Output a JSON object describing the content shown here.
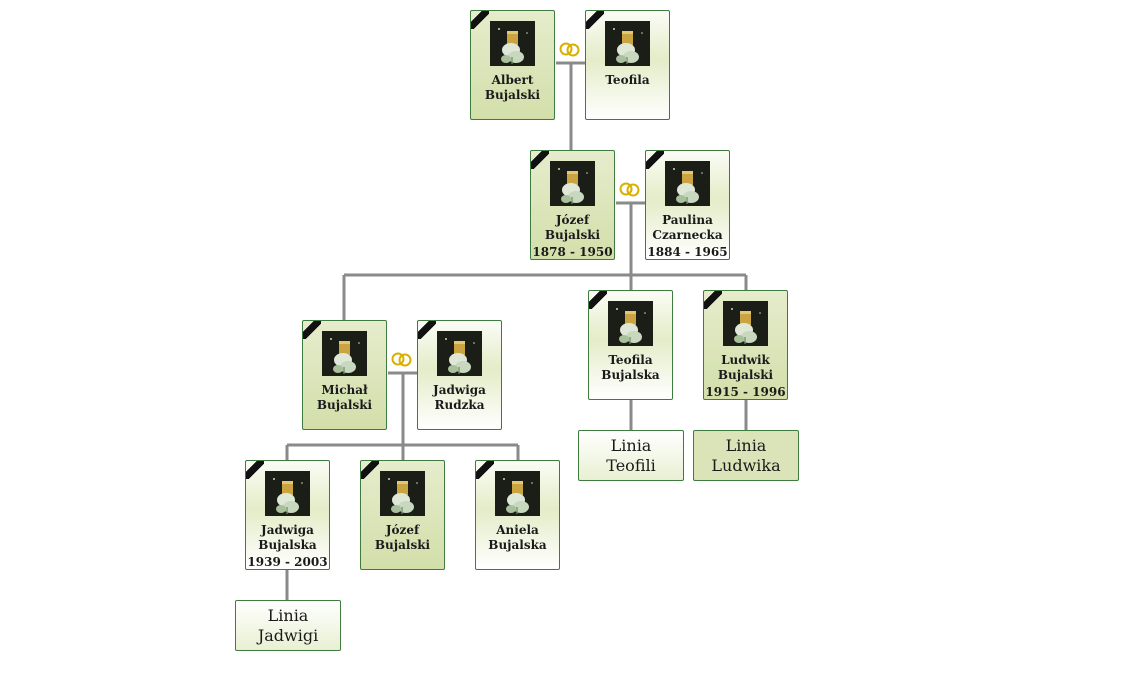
{
  "people": [
    {
      "id": "albert",
      "first": "Albert",
      "last": "Bujalski",
      "dates": "",
      "sex": "male"
    },
    {
      "id": "teofila-sr",
      "first": "Teofila",
      "last": "",
      "dates": "",
      "sex": "female"
    },
    {
      "id": "jozef-sr",
      "first": "Józef",
      "last": "Bujalski",
      "dates": "1878 - 1950",
      "sex": "male"
    },
    {
      "id": "paulina",
      "first": "Paulina",
      "last": "Czarnecka",
      "dates": "1884 - 1965",
      "sex": "female"
    },
    {
      "id": "michal",
      "first": "Michał",
      "last": "Bujalski",
      "dates": "",
      "sex": "male"
    },
    {
      "id": "jadwiga-r",
      "first": "Jadwiga",
      "last": "Rudzka",
      "dates": "",
      "sex": "female"
    },
    {
      "id": "teofila-b",
      "first": "Teofila",
      "last": "Bujalska",
      "dates": "",
      "sex": "female"
    },
    {
      "id": "ludwik",
      "first": "Ludwik",
      "last": "Bujalski",
      "dates": "1915 - 1996",
      "sex": "male"
    },
    {
      "id": "jadwiga-b",
      "first": "Jadwiga",
      "last": "Bujalska",
      "dates": "1939 - 2003",
      "sex": "female"
    },
    {
      "id": "jozef-jr",
      "first": "Józef",
      "last": "Bujalski",
      "dates": "",
      "sex": "male"
    },
    {
      "id": "aniela",
      "first": "Aniela",
      "last": "Bujalska",
      "dates": "",
      "sex": "female"
    }
  ],
  "lineages": [
    {
      "id": "linia-teofili",
      "line1": "Linia",
      "line2": "Teofili",
      "sex": "female"
    },
    {
      "id": "linia-ludwika",
      "line1": "Linia",
      "line2": "Ludwika",
      "sex": "male"
    },
    {
      "id": "linia-jadwigi",
      "line1": "Linia",
      "line2": "Jadwigi",
      "sex": "female"
    }
  ],
  "colors": {
    "connector": "#8a8a8a",
    "border": "#3f7a3f",
    "male_fill": "#d2dfaa",
    "rings": "#d9b000"
  },
  "icons": {
    "marriage": "wedding-rings-icon",
    "deceased": "mourning-ribbon-icon",
    "photo": "memorial-candle-icon"
  }
}
